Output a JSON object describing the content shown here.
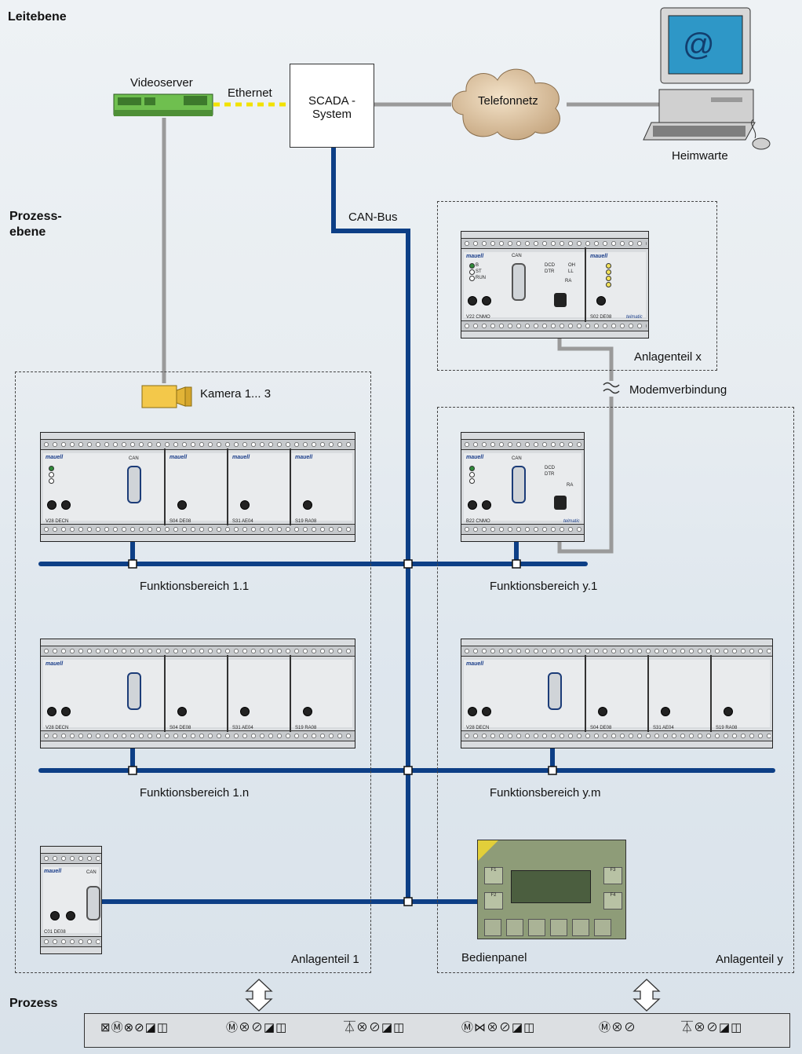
{
  "levels": {
    "leitebene": "Leitebene",
    "prozessebene_1": "Prozess-",
    "prozessebene_2": "ebene",
    "prozess": "Prozess"
  },
  "top": {
    "videoserver": "Videoserver",
    "ethernet": "Ethernet",
    "scada_1": "SCADA -",
    "scada_2": "System",
    "telefonnetz": "Telefonnetz",
    "heimwarte": "Heimwarte",
    "monitor_symbol": "@"
  },
  "bus": {
    "can_bus": "CAN-Bus",
    "modemverbindung": "Modemverbindung"
  },
  "labels": {
    "kamera": "Kamera 1... 3",
    "fb_11": "Funktionsbereich 1.1",
    "fb_1n": "Funktionsbereich 1.n",
    "fb_y1": "Funktionsbereich y.1",
    "fb_ym": "Funktionsbereich y.m",
    "anlagenteil_x": "Anlagenteil x",
    "anlagenteil_1": "Anlagenteil 1",
    "anlagenteil_y": "Anlagenteil y",
    "bedienpanel": "Bedienpanel"
  },
  "module_text": {
    "brand": "mauell",
    "maker": "telmatic",
    "can": "CAN",
    "led_b": "B",
    "led_st": "ST",
    "led_run": "RUN",
    "dcd": "DCD",
    "dtr": "DTR",
    "oh": "OH",
    "ll": "LL",
    "ra": "RA"
  },
  "modules": {
    "v28": "V28 DECN",
    "s04": "S04 DE08",
    "s31": "S31 AE04",
    "s19": "S19 RA08",
    "v22": "V22 CNMO",
    "s02": "S02 DE08",
    "b22": "B22 CNMO",
    "c01": "C01 DE08"
  },
  "panel_keys": {
    "f1": "F1",
    "f2": "F2",
    "f3": "F3",
    "f4": "F4"
  },
  "process_symbols": {
    "g1": "⊠Ⓜ⊗⊘◪◫",
    "g2": "Ⓜ⊗⊘◪◫",
    "g3": "⏄⊗⊘◪◫",
    "g4": "Ⓜ⋈⊗⊘◪◫",
    "g5": "Ⓜ⊗⊘",
    "g6": "⏄⊗⊘◪◫"
  },
  "colors": {
    "can_bus": "#0d3f86",
    "ethernet": "#f2e200",
    "link_gray": "#9a9a9a",
    "module_body": "#d9dcdf",
    "panel": "#8e9c78",
    "camera": "#f3c84a",
    "videoserver": "#6fbf4f"
  }
}
